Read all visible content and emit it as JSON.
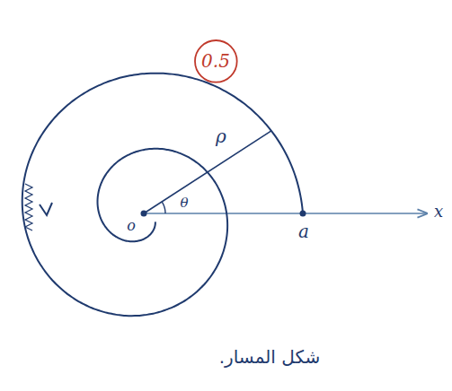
{
  "diagram": {
    "caption": "شكل المسار.",
    "nodes": [
      {
        "text": [
          "0.5"
        ]
      }
    ],
    "labels": [
      "ρ",
      "θ",
      "o",
      "a",
      "x"
    ]
  }
}
